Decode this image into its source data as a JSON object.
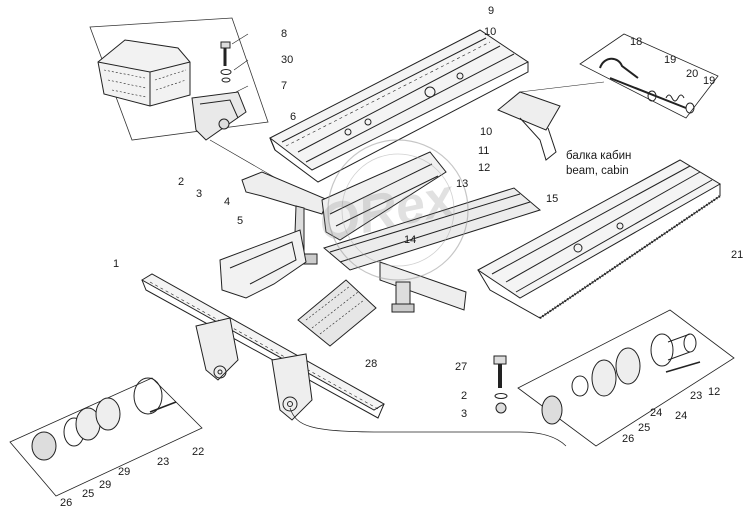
{
  "diagram": {
    "part_numbers": {
      "n1": "1",
      "n2a": "2",
      "n3a": "3",
      "n4": "4",
      "n5": "5",
      "n6": "6",
      "n7": "7",
      "n8": "8",
      "n9": "9",
      "n10a": "10",
      "n10b": "10",
      "n11": "11",
      "n12a": "12",
      "n12b": "12",
      "n13": "13",
      "n14": "14",
      "n15": "15",
      "n18": "18",
      "n19a": "19",
      "n19b": "19",
      "n20": "20",
      "n21": "21",
      "n22": "22",
      "n23a": "23",
      "n23b": "23",
      "n24a": "24",
      "n24b": "24",
      "n25a": "25",
      "n25b": "25",
      "n26a": "26",
      "n26b": "26",
      "n27": "27",
      "n28": "28",
      "n29a": "29",
      "n29b": "29",
      "n30": "30",
      "n2b": "2",
      "n3b": "3"
    },
    "cabin_beam_ru": "балка кабин",
    "cabin_beam_en": "beam, cabin",
    "watermark": "ORex"
  }
}
